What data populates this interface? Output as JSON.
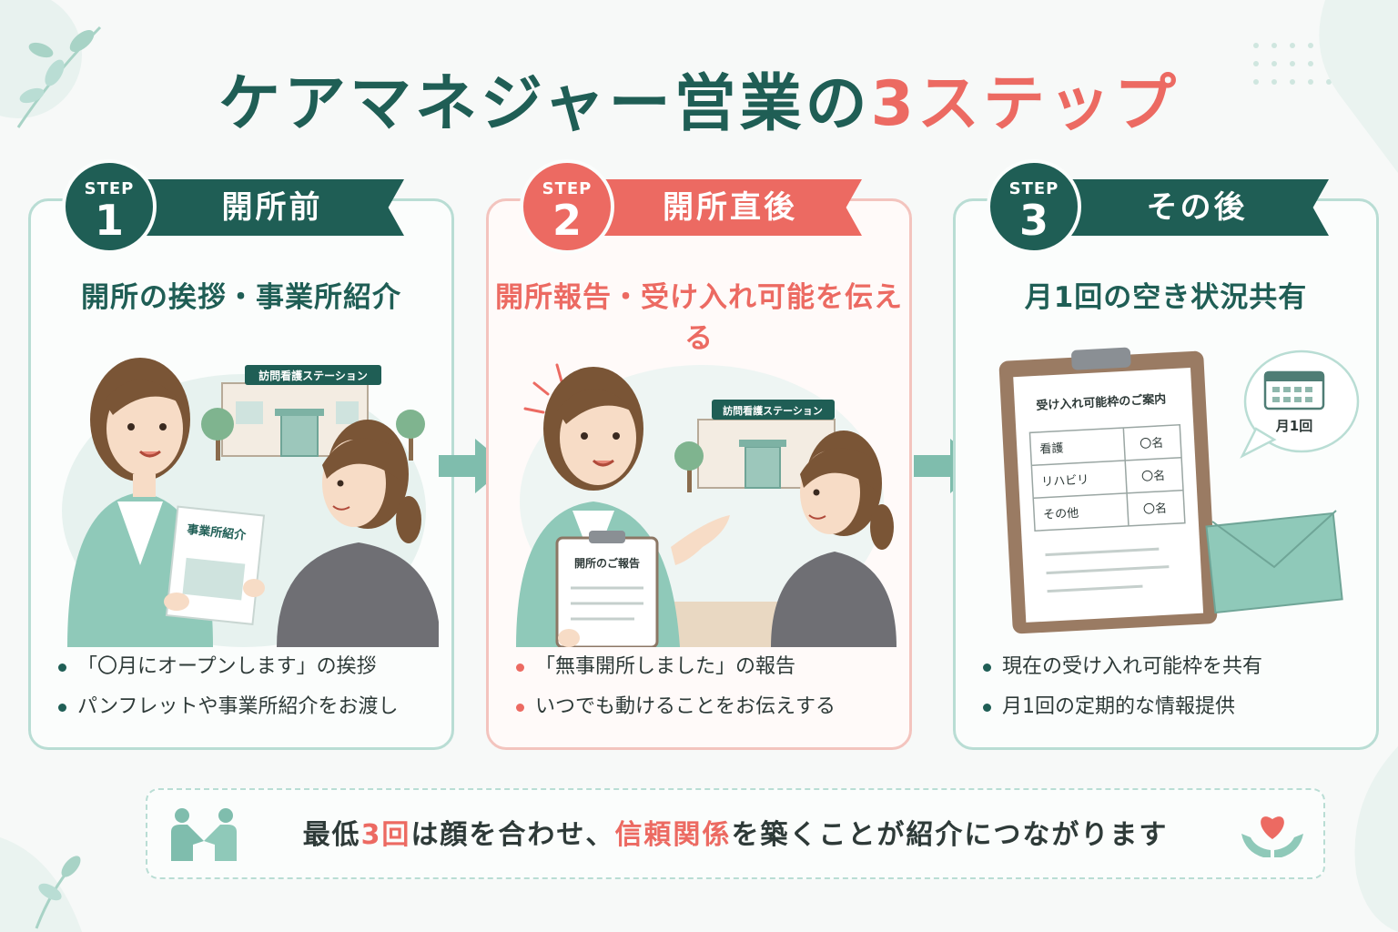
{
  "title": {
    "main": "ケアマネジャー営業の",
    "accent": "3ステップ"
  },
  "steps": [
    {
      "step_label": "STEP",
      "number": "1",
      "ribbon": "開所前",
      "heading": "開所の挨拶・事業所紹介",
      "illustration": {
        "sign": "訪問看護ステーション",
        "booklet": "事業所紹介"
      },
      "bullets": [
        "「〇月にオープンします」の挨拶",
        "パンフレットや事業所紹介をお渡し"
      ]
    },
    {
      "step_label": "STEP",
      "number": "2",
      "ribbon": "開所直後",
      "heading": "開所報告・受け入れ可能を伝える",
      "illustration": {
        "sign": "訪問看護ステーション",
        "clipboard": "開所のご報告"
      },
      "bullets": [
        "「無事開所しました」の報告",
        "いつでも動けることをお伝えする"
      ]
    },
    {
      "step_label": "STEP",
      "number": "3",
      "ribbon": "その後",
      "heading": "月1回の空き状況共有",
      "illustration": {
        "clipboard_title": "受け入れ可能枠のご案内",
        "rows": [
          {
            "label": "看護",
            "value": "〇名"
          },
          {
            "label": "リハビリ",
            "value": "〇名"
          },
          {
            "label": "その他",
            "value": "〇名"
          }
        ],
        "bubble": "月1回"
      },
      "bullets": [
        "現在の受け入れ可能枠を共有",
        "月1回の定期的な情報提供"
      ]
    }
  ],
  "footer": {
    "part1": "最低",
    "hl1": "3回",
    "part2": "は顔を合わせ、",
    "hl2": "信頼関係",
    "part3": "を築くことが紹介につながります"
  },
  "colors": {
    "teal": "#1f5e55",
    "coral": "#ec6a62",
    "mint": "#8fc9b9",
    "line": "#b9ddd4"
  }
}
